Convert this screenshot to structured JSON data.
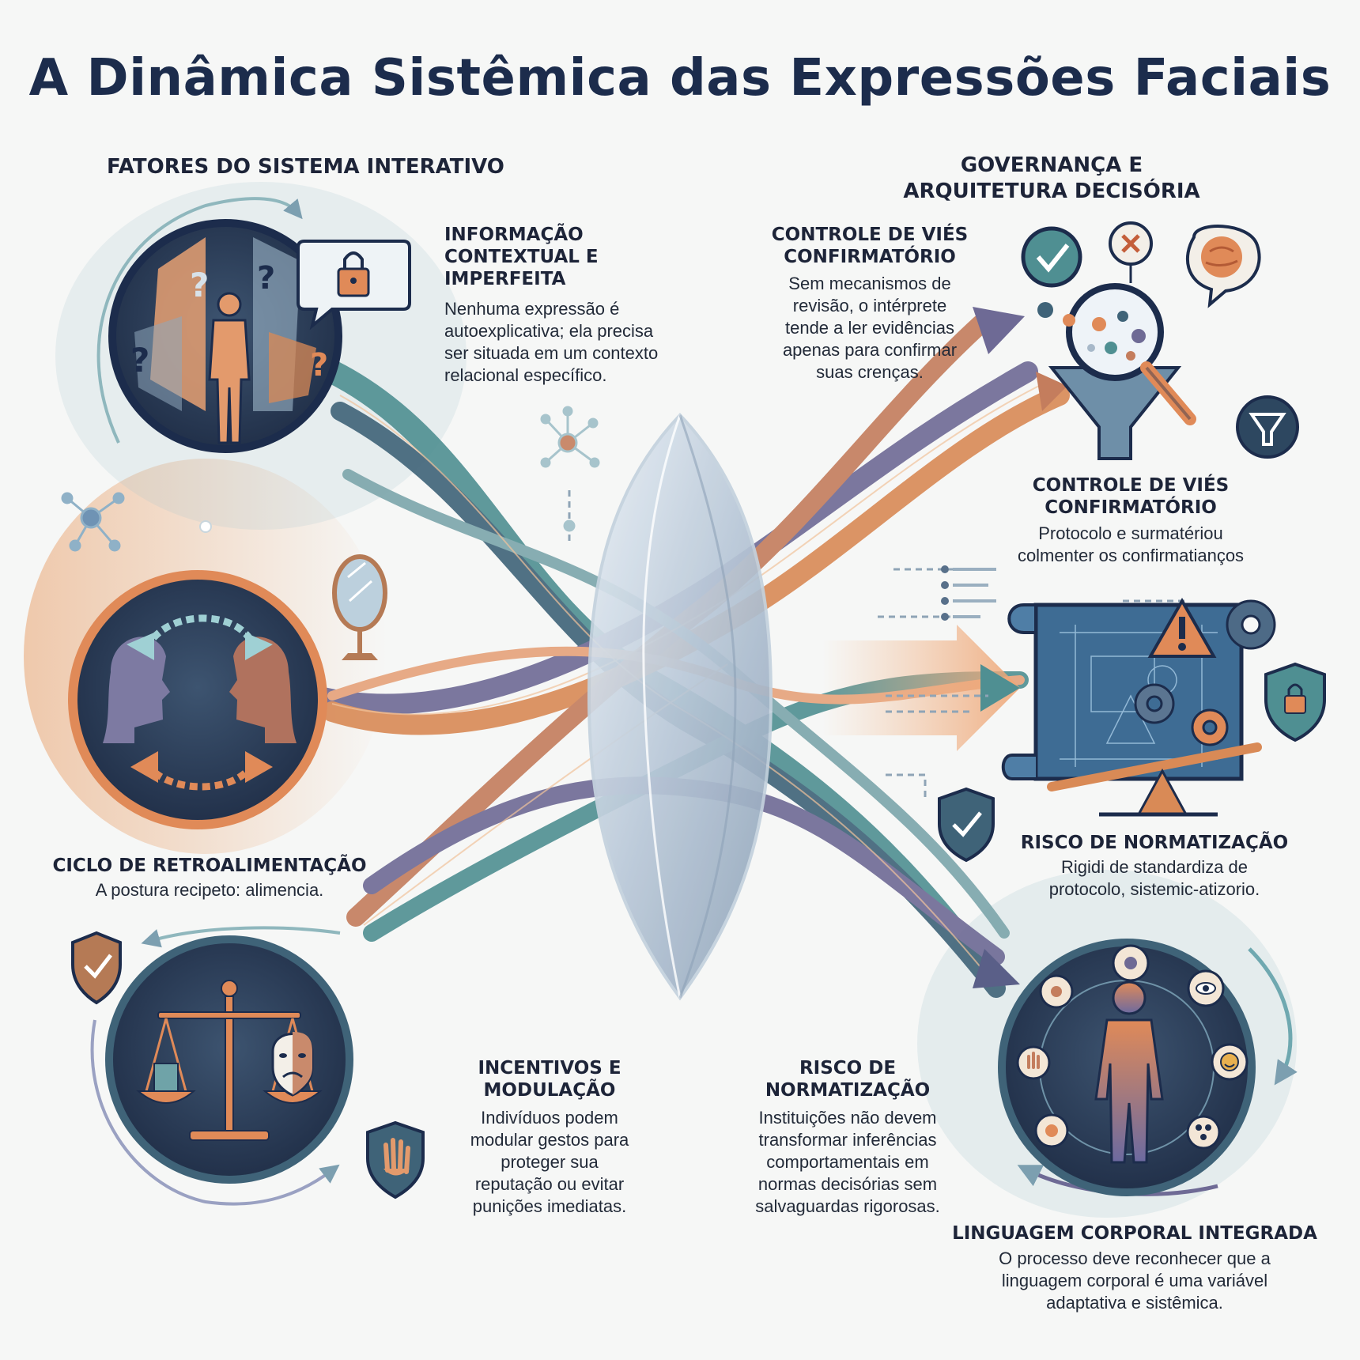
{
  "title": "A Dinâmica Sistêmica das Expressões Faciais",
  "left_heading": "FATORES DO SISTEMA INTERATIVO",
  "right_heading": "GOVERNANÇA E\nARQUITETURA DECISÓRIA",
  "sections": {
    "informacao": {
      "title": "INFORMAÇÃO\nCONTEXTUAL E\nIMPERFEITA",
      "text": "Nenhuma expressão é\nautoexplicativa; ela precisa\nser situada em um contexto\nrelacional específico."
    },
    "controle1": {
      "title": "CONTROLE DE VIÉS\nCONFIRMATÓRIO",
      "text": "Sem mecanismos de\nrevisão, o intérprete\ntende a ler evidências\napenas para confirmar\nsuas crenças."
    },
    "controle2": {
      "title": "CONTROLE DE VIÉS\nCONFIRMATÓRIO",
      "text": "Protocolo e surmatériou\ncolmenter os confirmatianços"
    },
    "ciclo": {
      "title": "CICLO DE RETROALIMENTAÇÃO",
      "text": "A postura recipeto: alimencia."
    },
    "risco1": {
      "title": "RISCO DE NORMATIZAÇÃO",
      "text": "Rigidi de standardiza de\nprotocolo, sistemic-atizorio."
    },
    "incentivos": {
      "title": "INCENTIVOS E\nMODULAÇÃO",
      "text": "Indivíduos podem\nmodular gestos para\nproteger sua\nreputação ou evitar\npunições imediatas."
    },
    "risco2": {
      "title": "RISCO DE\nNORMATIZAÇÃO",
      "text": "Instituições não devem\ntransformar inferências\ncomportamentais em\nnormas decisórias sem\nsalvaguardas rigorosas."
    },
    "linguagem": {
      "title": "LINGUAGEM CORPORAL INTEGRADA",
      "text": "O processo deve reconhecer que a\nlinguagem corporal é uma variável\nadaptativa e sistêmica."
    }
  },
  "colors": {
    "navy": "#1c2c4c",
    "teal": "#4f8f92",
    "orange": "#d98a56",
    "purple": "#6e6a95",
    "slate": "#3f6378"
  },
  "icons": [
    "person-icon",
    "question-mark-icon",
    "lock-icon",
    "mirror-icon",
    "two-heads-icon",
    "arrows-icon",
    "scales-icon",
    "mask-icon",
    "shield-check-icon",
    "hand-shield-icon",
    "lens-icon",
    "magnifier-icon",
    "funnel-icon",
    "brain-icon",
    "check-icon",
    "x-icon",
    "blueprint-icon",
    "warning-icon",
    "gear-icon",
    "lock-shield-icon",
    "body-figure-icon",
    "eye-icon",
    "smile-icon",
    "hand-icon",
    "molecule-icon"
  ]
}
